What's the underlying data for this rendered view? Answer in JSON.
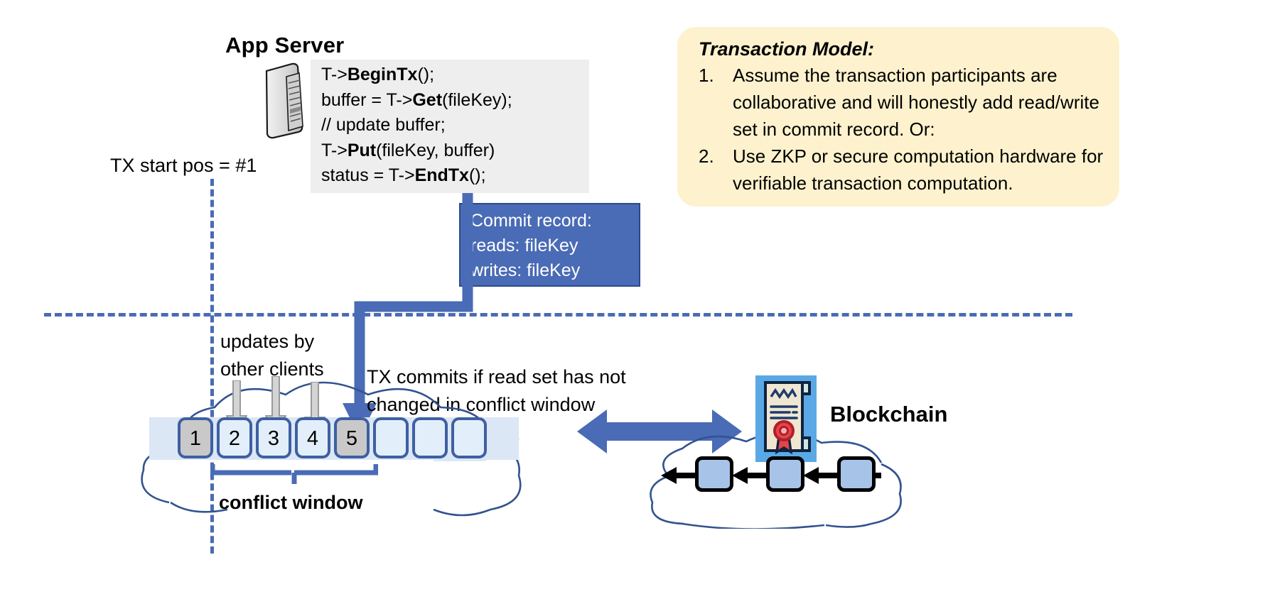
{
  "app_server": {
    "title": "App Server",
    "icon": "server-tower-icon",
    "code_lines": [
      [
        {
          "t": "T->",
          "b": false
        },
        {
          "t": "BeginTx",
          "b": true
        },
        {
          "t": "();",
          "b": false
        }
      ],
      [
        {
          "t": "buffer = T->",
          "b": false
        },
        {
          "t": "Get",
          "b": true
        },
        {
          "t": "(fileKey);",
          "b": false
        }
      ],
      [
        {
          "t": "// update buffer;",
          "b": false
        }
      ],
      [
        {
          "t": "T->",
          "b": false
        },
        {
          "t": "Put",
          "b": true
        },
        {
          "t": "(fileKey, buffer)",
          "b": false
        }
      ],
      [
        {
          "t": "status = T->",
          "b": false
        },
        {
          "t": "EndTx",
          "b": true
        },
        {
          "t": "();",
          "b": false
        }
      ]
    ]
  },
  "commit_record": {
    "title": "Commit record:",
    "reads": "reads: fileKey",
    "writes": "writes: fileKey"
  },
  "transaction_model": {
    "title": "Transaction Model:",
    "items": [
      {
        "num": "1.",
        "text": "Assume the transaction participants are collaborative and will honestly add read/write set in commit record.  Or:"
      },
      {
        "num": "2.",
        "text": "Use ZKP or secure computation hardware for verifiable transaction computation."
      }
    ]
  },
  "ledger": {
    "tx_start_label": "TX start pos = #1",
    "updates_label_line1": "updates by",
    "updates_label_line2": "other clients",
    "commits_label_line1": "TX commits if read set has not",
    "commits_label_line2": "changed in conflict window",
    "conflict_window_label": "conflict window",
    "boxes": [
      {
        "label": "1",
        "filled": true
      },
      {
        "label": "2",
        "filled": false
      },
      {
        "label": "3",
        "filled": false
      },
      {
        "label": "4",
        "filled": false
      },
      {
        "label": "5",
        "filled": true
      },
      {
        "label": "",
        "filled": false
      },
      {
        "label": "",
        "filled": false
      },
      {
        "label": "",
        "filled": false
      }
    ]
  },
  "blockchain": {
    "label": "Blockchain",
    "cert_icon": "certificate-seal-icon",
    "blocks": [
      "",
      "",
      ""
    ]
  },
  "colors": {
    "accent_blue": "#4a6bb5",
    "panel_yellow": "#fdf2cd",
    "code_gray": "#eeeeee",
    "ledger_band": "#dbe7f5",
    "box_fill": "#e2eef9",
    "box_filled": "#c9c9c9",
    "cert_bg": "#5aa9e6",
    "bc_block": "#a7c4e8"
  }
}
